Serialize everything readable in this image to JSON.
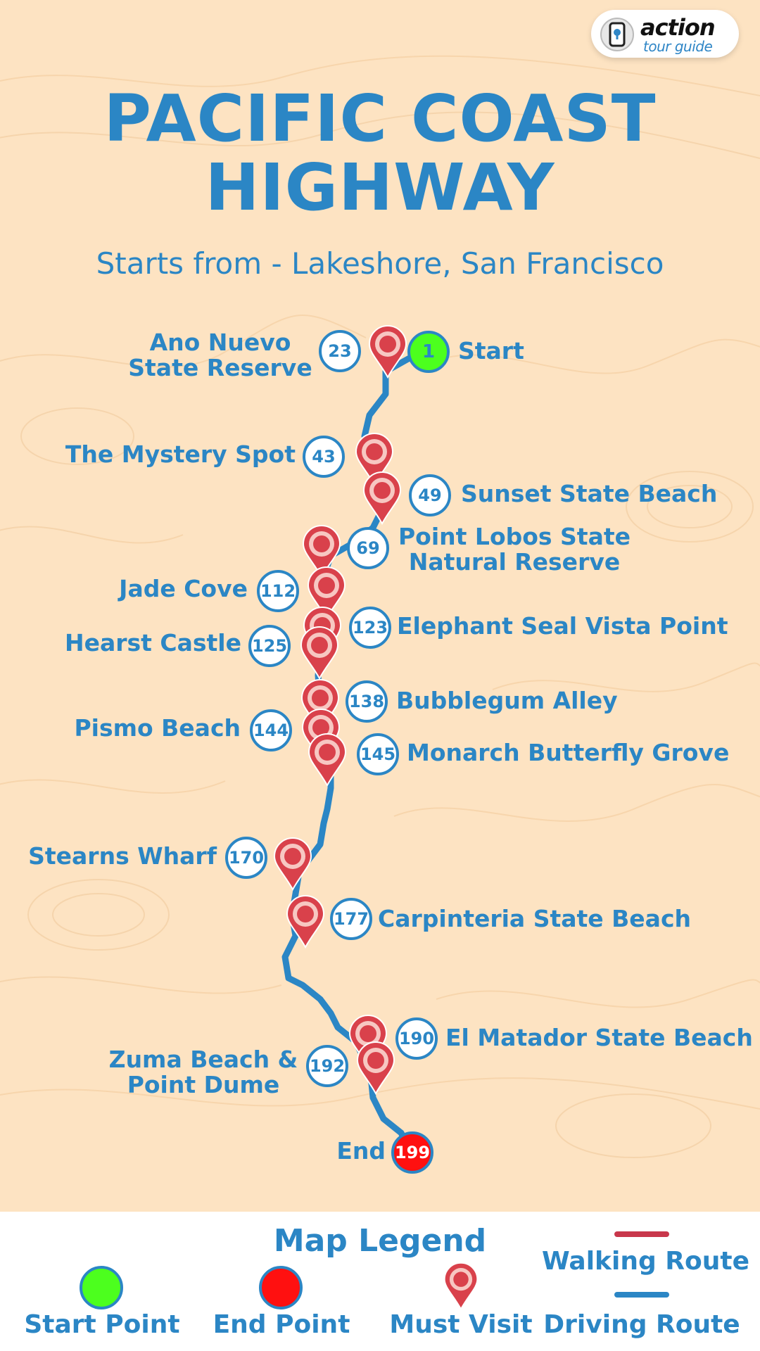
{
  "logo": {
    "word1": "action",
    "word2": "tour guide"
  },
  "title": {
    "line1": "PACIFIC COAST",
    "line2": "HIGHWAY"
  },
  "subtitle": "Starts from - Lakeshore, San Francisco",
  "colors": {
    "background": "#fde3c2",
    "accent_blue": "#2b86c5",
    "start_green": "#4cff1e",
    "end_red": "#ff1010",
    "pin_red": "#d9414b",
    "walking_route": "#c8374b",
    "driving_route": "#2b86c5"
  },
  "start": {
    "number": "1",
    "label": "Start"
  },
  "end": {
    "number": "199",
    "label": "End"
  },
  "stops": [
    {
      "number": "23",
      "line1": "Ano Nuevo",
      "line2": "State Reserve"
    },
    {
      "number": "43",
      "line1": "The Mystery Spot",
      "line2": ""
    },
    {
      "number": "49",
      "line1": "Sunset State Beach",
      "line2": ""
    },
    {
      "number": "69",
      "line1": "Point Lobos State",
      "line2": "Natural Reserve"
    },
    {
      "number": "112",
      "line1": "Jade Cove",
      "line2": ""
    },
    {
      "number": "123",
      "line1": "Elephant Seal Vista Point",
      "line2": ""
    },
    {
      "number": "125",
      "line1": "Hearst Castle",
      "line2": ""
    },
    {
      "number": "138",
      "line1": "Bubblegum Alley",
      "line2": ""
    },
    {
      "number": "144",
      "line1": "Pismo Beach",
      "line2": ""
    },
    {
      "number": "145",
      "line1": "Monarch Butterfly Grove",
      "line2": ""
    },
    {
      "number": "170",
      "line1": "Stearns Wharf",
      "line2": ""
    },
    {
      "number": "177",
      "line1": "Carpinteria State Beach",
      "line2": ""
    },
    {
      "number": "190",
      "line1": "El Matador State Beach",
      "line2": ""
    },
    {
      "number": "192",
      "line1": "Zuma Beach &",
      "line2": "Point Dume"
    }
  ],
  "legend": {
    "title": "Map Legend",
    "start_point": "Start Point",
    "end_point": "End Point",
    "must_visit": "Must Visit",
    "walking_route": "Walking Route",
    "driving_route": "Driving Route"
  }
}
